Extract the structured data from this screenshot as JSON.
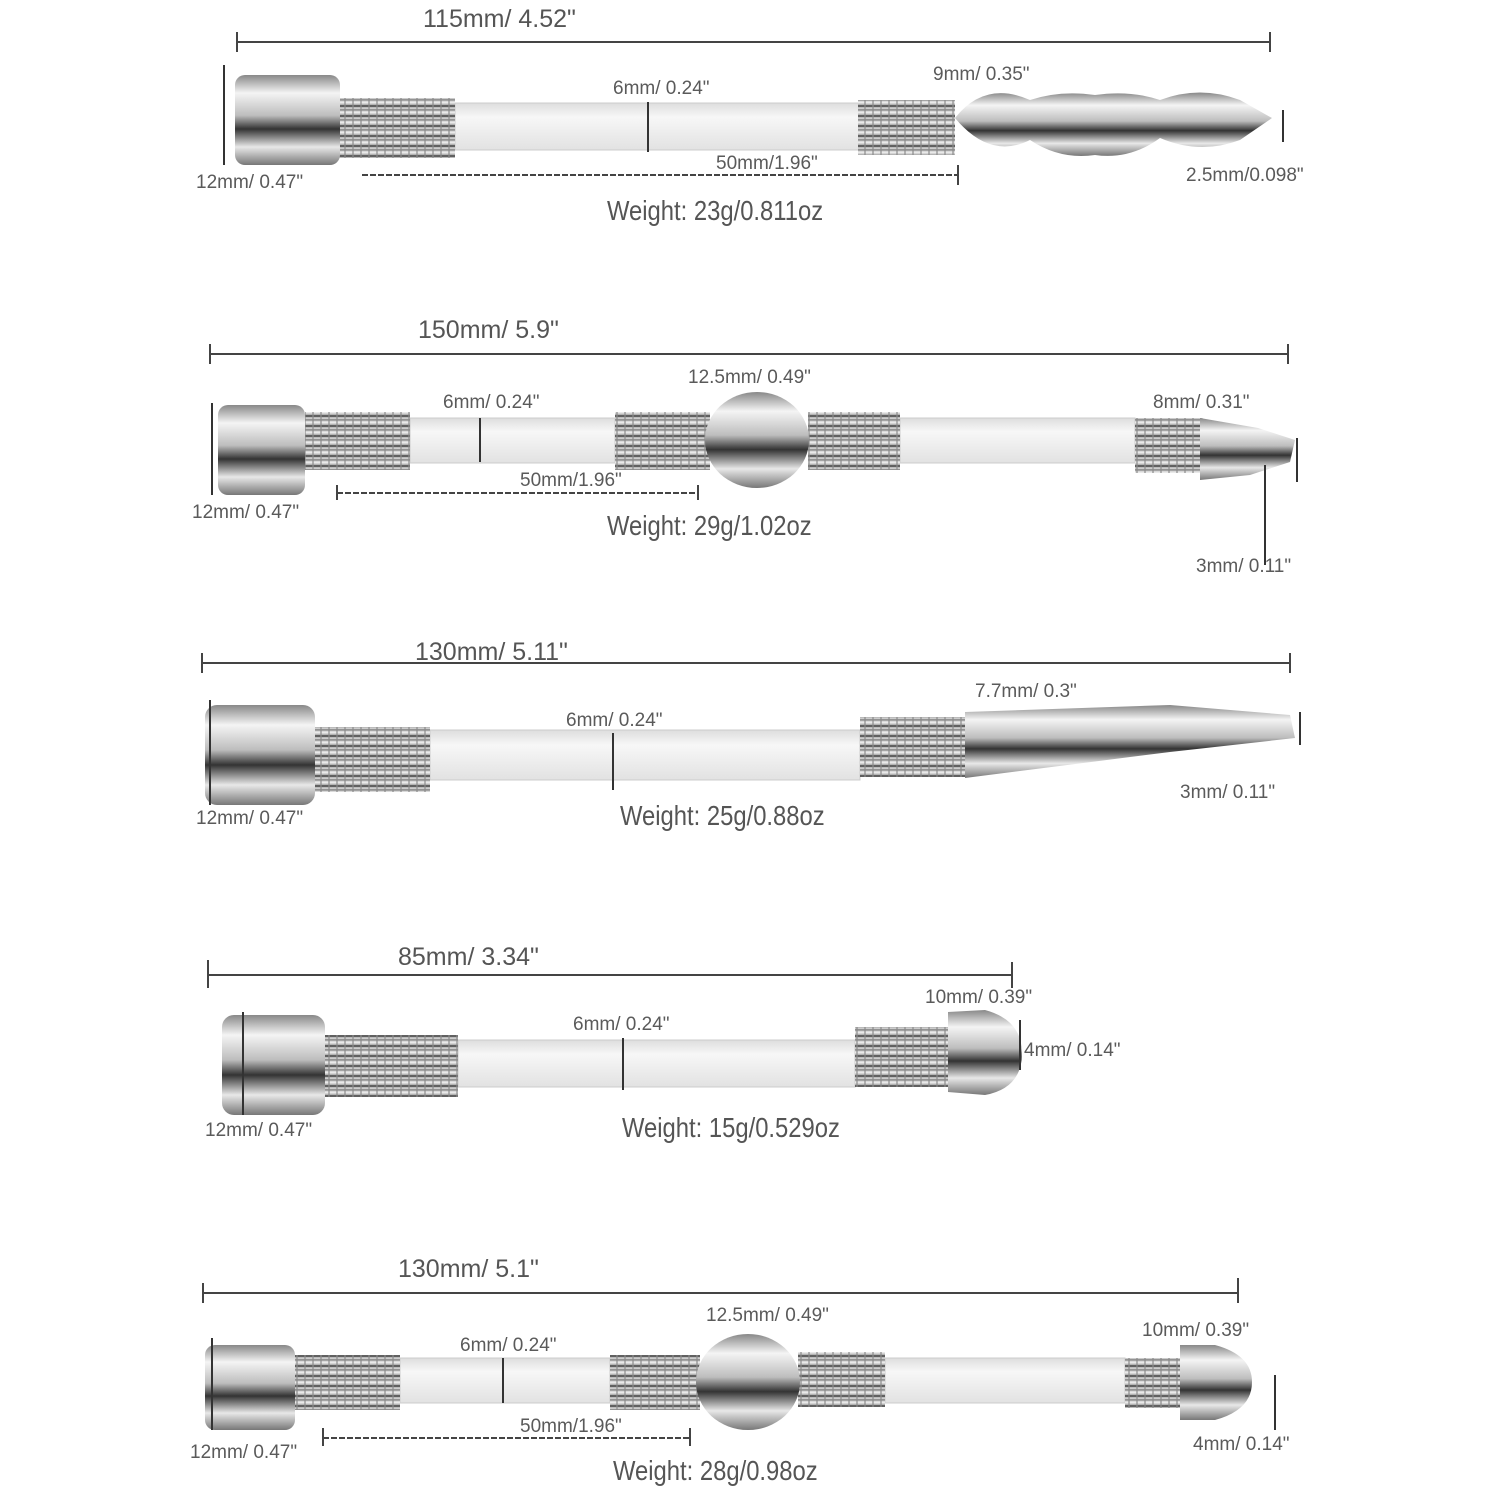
{
  "products": [
    {
      "total_length": "115mm/ 4.52\"",
      "tip_diameter": "9mm/ 0.35\"",
      "tube_diameter": "6mm/ 0.24\"",
      "insert_length": "50mm/1.96\"",
      "cap_diameter": "12mm/ 0.47\"",
      "end_diameter": "2.5mm/0.098\"",
      "weight": "Weight:  23g/0.811oz"
    },
    {
      "total_length": "150mm/ 5.9\"",
      "ball_diameter": "12.5mm/ 0.49\"",
      "tube_diameter": "6mm/ 0.24\"",
      "tip_diameter": "8mm/ 0.31\"",
      "insert_length": "50mm/1.96\"",
      "cap_diameter": "12mm/ 0.47\"",
      "end_diameter": "3mm/ 0.11\"",
      "weight": "Weight:  29g/1.02oz"
    },
    {
      "total_length": "130mm/  5.11\"",
      "tip_diameter": "7.7mm/  0.3\"",
      "tube_diameter": "6mm/ 0.24\"",
      "end_diameter": "3mm/ 0.11\"",
      "cap_diameter": "12mm/  0.47\"",
      "weight": "Weight:  25g/0.88oz"
    },
    {
      "total_length": "85mm/ 3.34\"",
      "tip_diameter": "10mm/ 0.39\"",
      "tube_diameter": "6mm/ 0.24\"",
      "end_diameter": "4mm/ 0.14\"",
      "cap_diameter": "12mm/  0.47\"",
      "weight": "Weight:  15g/0.529oz"
    },
    {
      "total_length": "130mm/ 5.1\"",
      "ball_diameter": "12.5mm/ 0.49\"",
      "tube_diameter": "6mm/ 0.24\"",
      "tip_diameter": "10mm/ 0.39\"",
      "insert_length": "50mm/1.96\"",
      "end_diameter": "4mm/ 0.14\"",
      "cap_diameter": "12mm/ 0.47\"",
      "weight": "Weight:  28g/0.98oz"
    }
  ]
}
